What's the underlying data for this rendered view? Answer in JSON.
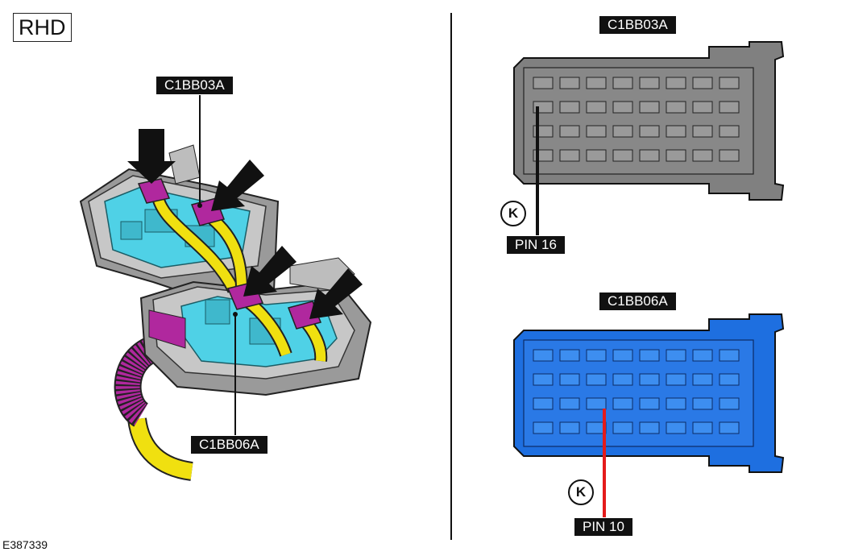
{
  "badge": "RHD",
  "figure_id": "E387339",
  "callouts": {
    "left_top": "C1BB03A",
    "left_bottom": "C1BB06A",
    "right_top_title": "C1BB03A",
    "right_bottom_title": "C1BB06A"
  },
  "pins": {
    "top": {
      "label": "PIN 16",
      "key": "K"
    },
    "bottom": {
      "label": "PIN 10",
      "key": "K"
    }
  },
  "colors": {
    "connector_top": "#808080",
    "connector_bottom": "#1e6fe0",
    "wire_highlight": "#e41b1b",
    "fusebox_relays": "#4fd1e6",
    "harness": "#f0e010",
    "connector_clips": "#b0289e"
  }
}
